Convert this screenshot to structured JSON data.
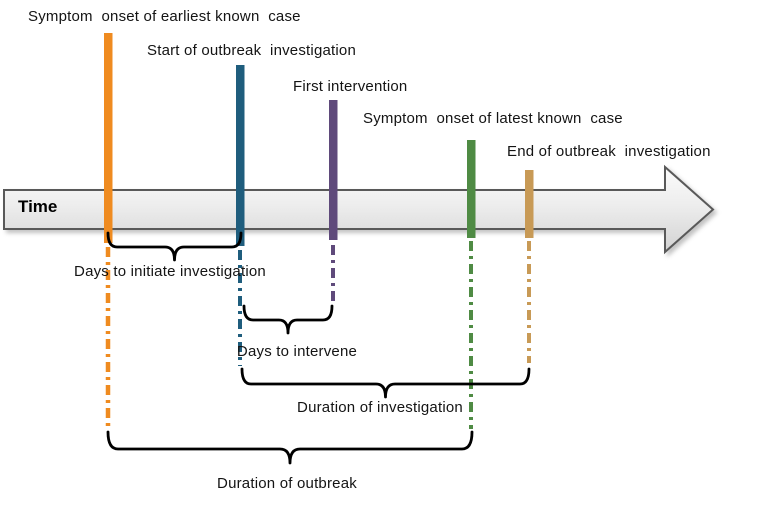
{
  "diagram": {
    "axis": {
      "label": "Time"
    },
    "events": [
      {
        "id": "earliest-case",
        "label": "Symptom  onset of earliest known  case",
        "color": "#EF8B20"
      },
      {
        "id": "start-investigation",
        "label": "Start of outbreak  investigation",
        "color": "#1F5D7D"
      },
      {
        "id": "first-intervention",
        "label": "First intervention",
        "color": "#5F4A7B"
      },
      {
        "id": "latest-case",
        "label": "Symptom  onset of latest known  case",
        "color": "#4F8B44"
      },
      {
        "id": "end-investigation",
        "label": "End of outbreak  investigation",
        "color": "#C89A56"
      }
    ],
    "spans": [
      {
        "id": "days-to-initiate",
        "label": "Days to initiate investigation"
      },
      {
        "id": "days-to-intervene",
        "label": "Days to intervene"
      },
      {
        "id": "duration-of-investigation",
        "label": "Duration of investigation"
      },
      {
        "id": "duration-of-outbreak",
        "label": "Duration of outbreak"
      }
    ],
    "colors": {
      "arrow_border": "#595959",
      "arrow_fill_top": "#FAFAFA",
      "arrow_fill_bottom": "#D2D2D2",
      "brace": "#000000",
      "text": "#141414"
    }
  }
}
